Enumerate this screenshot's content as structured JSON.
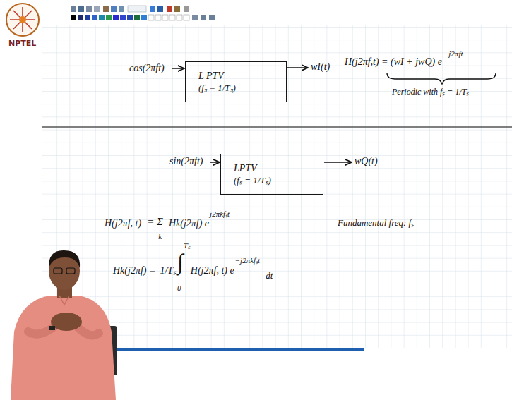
{
  "diagram": {
    "nodes": [
      {
        "text": [
          "L PTV",
          "(fₛ = 1/Tₛ)"
        ]
      },
      {
        "text": [
          "LPTV",
          "(fₛ = 1/Tₛ)"
        ]
      }
    ],
    "labels": [
      "NPTEL",
      "cos(2πft)",
      "wI(t)",
      "H(j2πf,t) = (wI + jwQ) e",
      "−j2πft",
      "Periodic with fₛ = 1/Tₛ",
      "sin(2πft)",
      "wQ(t)",
      "H(j2πf, t)",
      "= Σ",
      "k",
      "Hk(j2πf) e",
      "j2πkfₛt",
      "Fundamental freq: fₛ",
      "Hk(j2πf) =",
      "1/Tₛ",
      "∫",
      "Tₛ",
      "0",
      "H(j2πf, t) e",
      "−j2πkfₛt",
      "dt"
    ]
  }
}
